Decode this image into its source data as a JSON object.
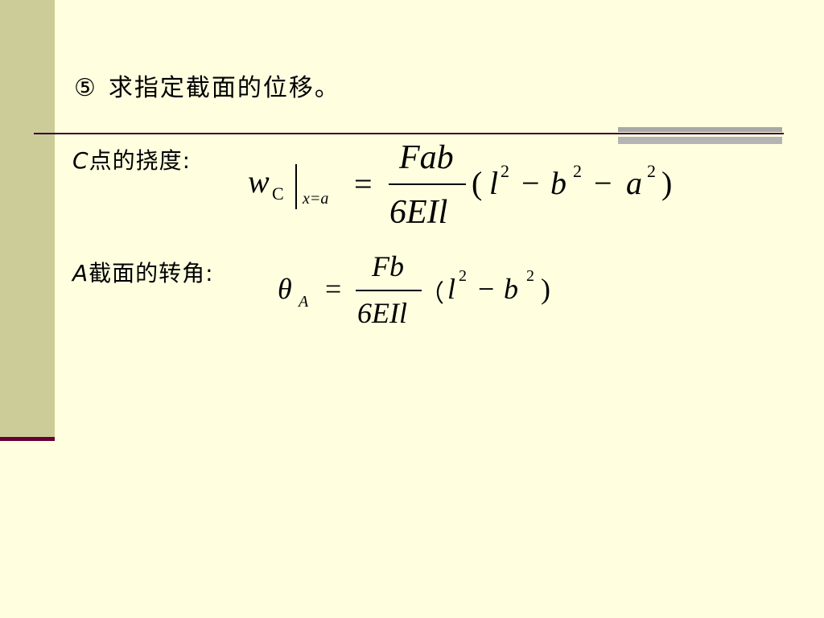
{
  "heading": {
    "number": "⑤",
    "text": "求指定截面的位移。"
  },
  "deflection": {
    "label_var": "C",
    "label_text": "点的挠度:",
    "lhs_main": "w",
    "lhs_sub": "C",
    "eval_at": "x=a",
    "equals": "=",
    "numerator": "Fab",
    "denominator": "6EIl",
    "paren_open": "(",
    "l": "l",
    "exp1": "2",
    "minus1": "−",
    "b": "b",
    "exp2": "2",
    "minus2": "−",
    "a": "a",
    "exp3": "2",
    "paren_close": ")"
  },
  "rotation": {
    "label_var": "A",
    "label_text": "截面的转角:",
    "lhs_main": "θ",
    "lhs_sub": "A",
    "equals": "=",
    "numerator": "Fb",
    "denominator": "6EIl",
    "paren_open": "（",
    "l": "l",
    "exp1": "2",
    "minus1": "−",
    "b": "b",
    "exp2": "2",
    "paren_close": ")"
  },
  "colors": {
    "background": "#FFFFE0",
    "left_bar": "#CCCC99",
    "accent": "#660033"
  }
}
